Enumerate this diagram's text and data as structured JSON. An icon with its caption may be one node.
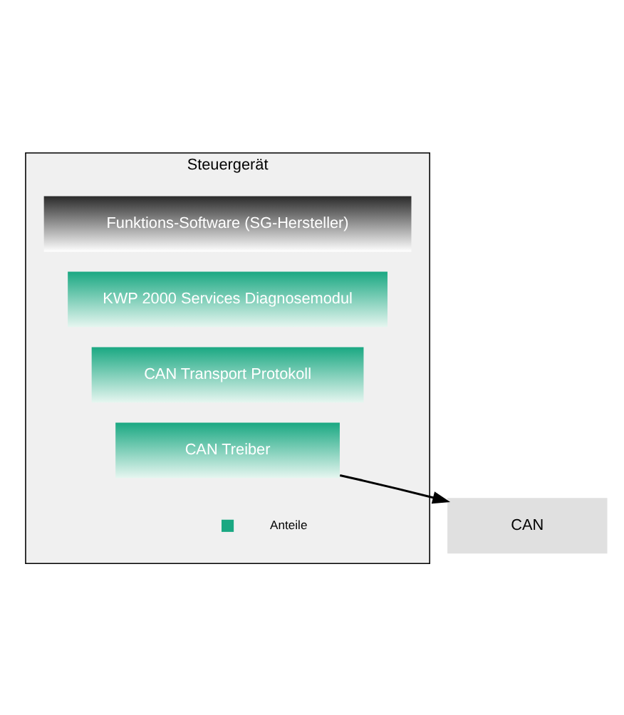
{
  "diagram": {
    "nodes": [
      {
        "text": [
          "Steuergerät"
        ]
      },
      {
        "text": [
          "Funktions-Software (SG-Hersteller)"
        ],
        "in": 0
      },
      {
        "text": [
          "KWP 2000 Services Diagnosemodul"
        ],
        "in": 0
      },
      {
        "text": [
          "CAN Transport Protokoll"
        ],
        "in": 0
      },
      {
        "text": [
          "CAN Treiber"
        ],
        "in": 0
      },
      {
        "text": [
          "CAN"
        ]
      }
    ],
    "edges": [
      {
        "from": 4,
        "to": 5,
        "arrow": "to"
      }
    ],
    "legend": [
      {
        "text": "Anteile",
        "color": "#1aa882"
      }
    ]
  }
}
